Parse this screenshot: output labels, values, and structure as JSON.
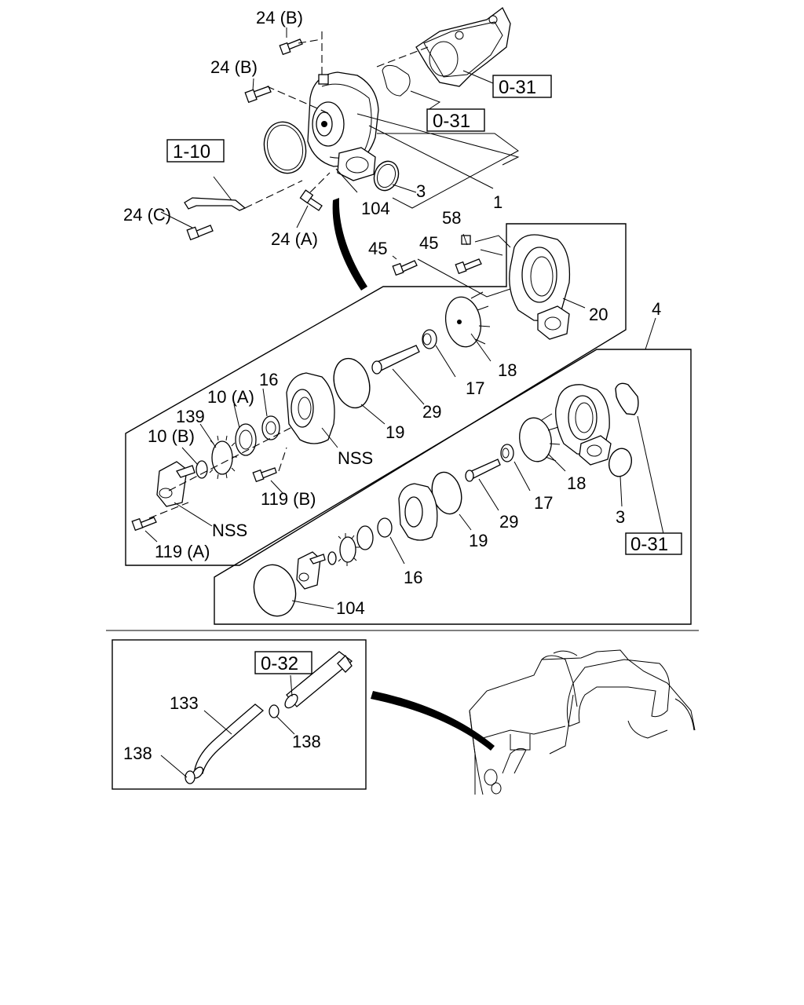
{
  "labels": {
    "top_bolt_1": "24 (B)",
    "top_bolt_2": "24 (B)",
    "bracket_bolt": "24 (C)",
    "lower_bolt": "24 (A)",
    "pump_assembly": "1",
    "gasket_small": "3",
    "o_ring_large": "104",
    "nut": "58",
    "stud_1": "45",
    "stud_2": "45",
    "pump_cover": "20",
    "kit": "4",
    "impeller_a": "18",
    "seal_a": "17",
    "shaft_a": "29",
    "o_ring_a": "19",
    "nss_a": "NSS",
    "bearing_a": "16",
    "spacer_a": "10 (A)",
    "gear_a": "139",
    "spacer_b": "10 (B)",
    "bolt_119b": "119 (B)",
    "nss_b": "NSS",
    "bolt_119a": "119 (A)",
    "impeller_b": "18",
    "seal_b": "17",
    "shaft_b": "29",
    "gasket_b": "3",
    "o_ring_b": "19",
    "bearing_b": "16",
    "o_ring_104_b": "104",
    "hose": "133",
    "clamp_left": "138",
    "clamp_right": "138"
  },
  "references": {
    "ref_top_right": "0-31",
    "ref_mid": "0-31",
    "ref_bracket": "1-10",
    "ref_kit": "0-31",
    "ref_pipe": "0-32"
  }
}
